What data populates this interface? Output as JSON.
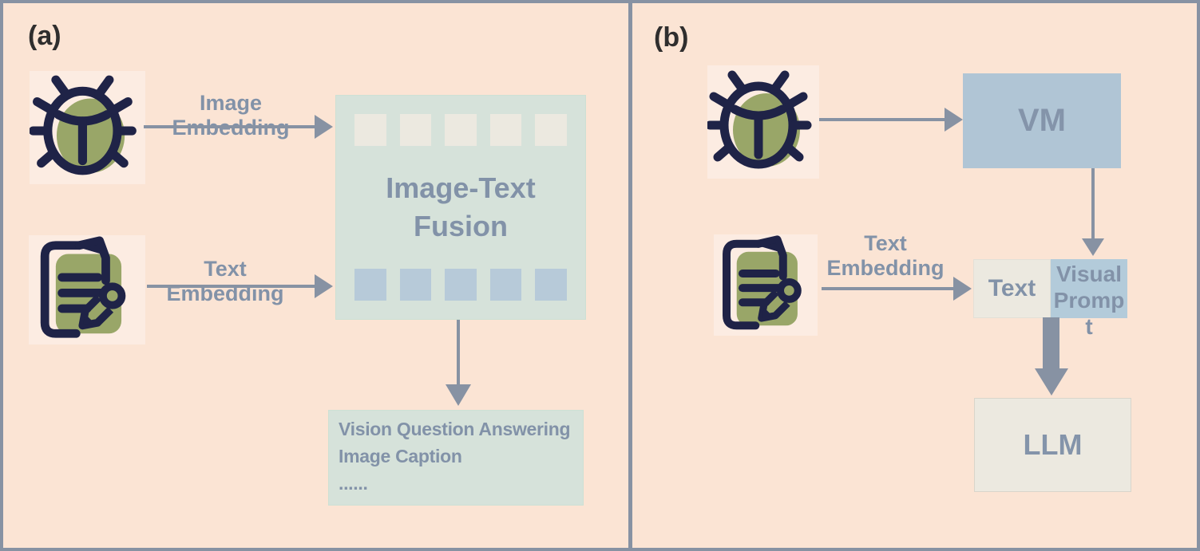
{
  "panel_a": {
    "label": "(a)",
    "image_embedding_label": "Image Embedding",
    "text_embedding_label": "Text Embedding",
    "fusion_box": {
      "title_lines": [
        "Image-Text",
        "Fusion"
      ]
    },
    "output_box": {
      "lines": [
        "Vision Question Answering",
        "Image Caption",
        "......"
      ]
    }
  },
  "panel_b": {
    "label": "(b)",
    "text_embedding_label_lines": [
      "Text",
      "Embedding"
    ],
    "vm_box_label": "VM",
    "text_box_label": "Text",
    "visual_prompt_box_label_lines": [
      "Visual",
      "Promp",
      "t"
    ],
    "llm_box_label": "LLM"
  },
  "icons": {
    "bug": "bug-icon",
    "document": "document-pencil-icon"
  },
  "colors": {
    "background_peach": "#fbe4d4",
    "frame_gray": "#8792a3",
    "mint_box": "#d6e2da",
    "cream_box": "#ece9e0",
    "blue_box": "#b0c5d5",
    "blue_square": "#b7cad9",
    "label_blue_gray": "#8292a8",
    "panel_label_dark": "#2f2e2e",
    "icon_navy": "#1f2347",
    "icon_olive": "#99a668"
  }
}
